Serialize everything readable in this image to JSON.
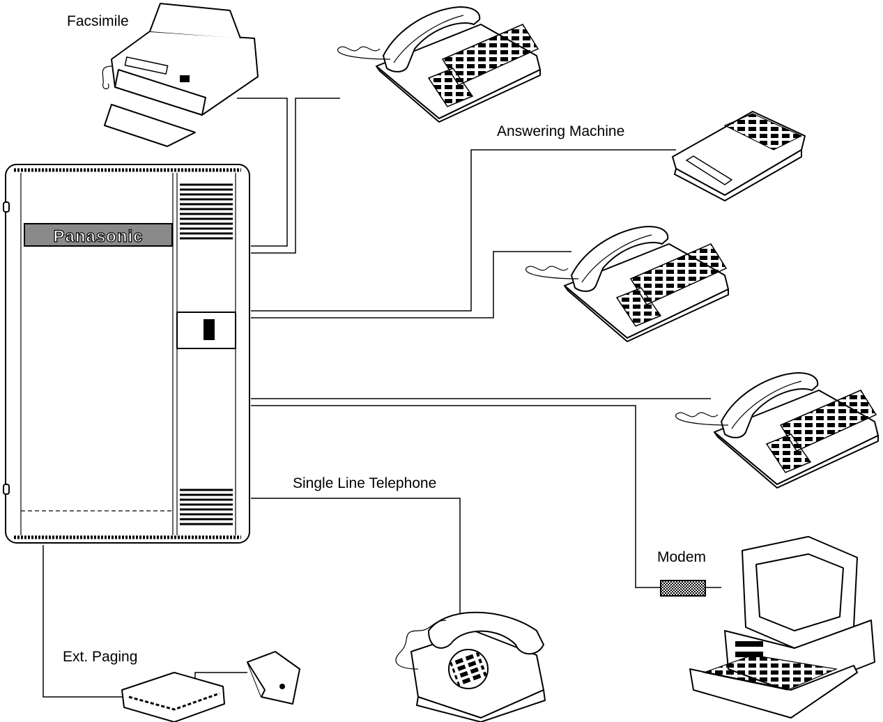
{
  "brand": "Panasonic",
  "labels": {
    "facsimile": "Facsimile",
    "answering_machine": "Answering Machine",
    "single_line_telephone": "Single Line Telephone",
    "modem": "Modem",
    "ext_paging": "Ext. Paging"
  }
}
